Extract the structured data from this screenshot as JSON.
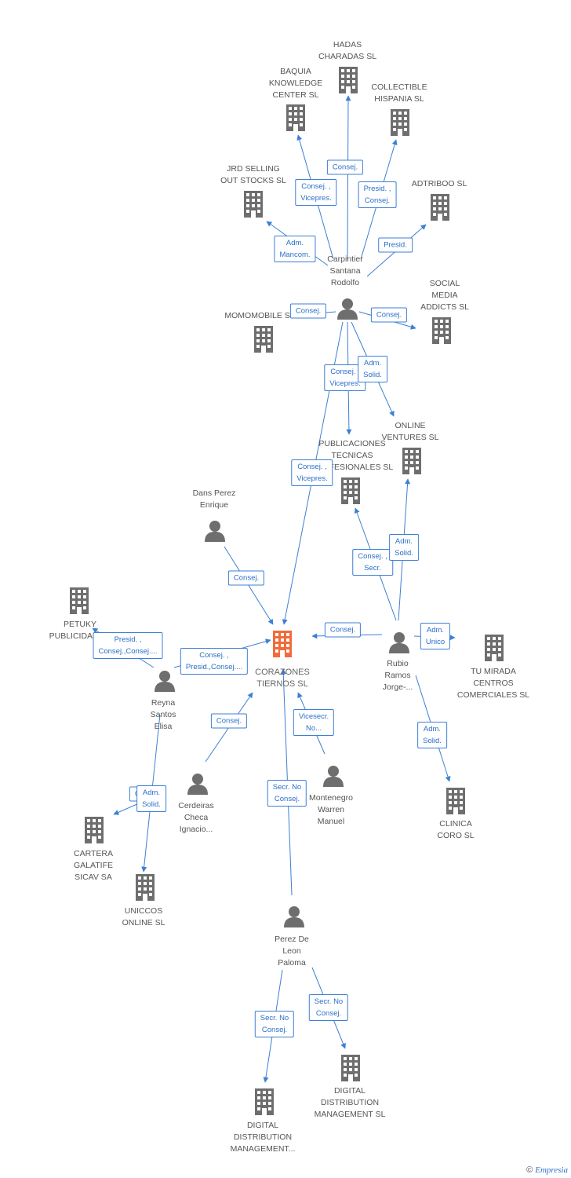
{
  "center": {
    "id": "center",
    "lines": [
      "CORAZONES",
      "TIERNOS SL"
    ]
  },
  "companies": [
    {
      "id": "hadas",
      "lines": [
        "HADAS",
        "CHARADAS SL"
      ]
    },
    {
      "id": "baquia",
      "lines": [
        "BAQUIA",
        "KNOWLEDGE",
        "CENTER SL"
      ]
    },
    {
      "id": "collectible",
      "lines": [
        "COLLECTIBLE",
        "HISPANIA SL"
      ]
    },
    {
      "id": "jrd",
      "lines": [
        "JRD SELLING",
        "OUT STOCKS SL"
      ]
    },
    {
      "id": "adtriboo",
      "lines": [
        "ADTRIBOO SL"
      ]
    },
    {
      "id": "social",
      "lines": [
        "SOCIAL",
        "MEDIA",
        "ADDICTS SL"
      ]
    },
    {
      "id": "momomobile",
      "lines": [
        "MOMOMOBILE SL"
      ]
    },
    {
      "id": "online",
      "lines": [
        "ONLINE",
        "VENTURES SL"
      ]
    },
    {
      "id": "publicaciones",
      "lines": [
        "PUBLICACIONES",
        "TECNICAS",
        "PROFESIONALES SL"
      ]
    },
    {
      "id": "petuky",
      "lines": [
        "PETUKY",
        "PUBLICIDAD SL"
      ]
    },
    {
      "id": "tumirada",
      "lines": [
        "TU MIRADA",
        "CENTROS",
        "COMERCIALES SL"
      ]
    },
    {
      "id": "cartera",
      "lines": [
        "CARTERA",
        "GALATIFE",
        "SICAV SA"
      ]
    },
    {
      "id": "uniccos",
      "lines": [
        "UNICCOS",
        "ONLINE SL"
      ]
    },
    {
      "id": "clinica",
      "lines": [
        "CLINICA",
        "CORO SL"
      ]
    },
    {
      "id": "digital1",
      "lines": [
        "DIGITAL",
        "DISTRIBUTION",
        "MANAGEMENT SL"
      ]
    },
    {
      "id": "digital2",
      "lines": [
        "DIGITAL",
        "DISTRIBUTION",
        "MANAGEMENT..."
      ]
    }
  ],
  "persons": [
    {
      "id": "carpintier",
      "lines": [
        "Carpintier",
        "Santana",
        "Rodolfo"
      ]
    },
    {
      "id": "dans",
      "lines": [
        "Dans Perez",
        "Enrique"
      ]
    },
    {
      "id": "rubio",
      "lines": [
        "Rubio",
        "Ramos",
        "Jorge-..."
      ]
    },
    {
      "id": "reyna",
      "lines": [
        "Reyna",
        "Santos",
        "Elisa"
      ]
    },
    {
      "id": "cerdeiras",
      "lines": [
        "Cerdeiras",
        "Checa",
        "Ignacio..."
      ]
    },
    {
      "id": "montenegro",
      "lines": [
        "Montenegro",
        "Warren",
        "Manuel"
      ]
    },
    {
      "id": "perez",
      "lines": [
        "Perez De",
        "Leon",
        "Paloma"
      ]
    }
  ],
  "edges": [
    {
      "from": "carpintier",
      "to": "hadas",
      "role": [
        "Consej."
      ]
    },
    {
      "from": "carpintier",
      "to": "baquia",
      "role": [
        "Consej. ,",
        "Vicepres."
      ]
    },
    {
      "from": "carpintier",
      "to": "collectible",
      "role": [
        "Presid. ,",
        "Consej."
      ]
    },
    {
      "from": "carpintier",
      "to": "jrd",
      "role": [
        "Adm.",
        "Mancom."
      ]
    },
    {
      "from": "carpintier",
      "to": "adtriboo",
      "role": [
        "Presid."
      ]
    },
    {
      "from": "carpintier",
      "to": "momomobile",
      "role": [
        "Consej."
      ]
    },
    {
      "from": "carpintier",
      "to": "social",
      "role": [
        "Consej."
      ]
    },
    {
      "from": "carpintier",
      "to": "publicaciones",
      "role": [
        "Consej. ,",
        "Vicepres."
      ]
    },
    {
      "from": "carpintier",
      "to": "online",
      "role": [
        "Adm.",
        "Solid."
      ]
    },
    {
      "from": "carpintier",
      "to": "center",
      "role": [
        "Consej. ,",
        "Vicepres."
      ]
    },
    {
      "from": "dans",
      "to": "center",
      "role": [
        "Consej."
      ]
    },
    {
      "from": "rubio",
      "to": "publicaciones",
      "role": [
        "Consej. ,",
        "Secr."
      ]
    },
    {
      "from": "rubio",
      "to": "online",
      "role": [
        "Adm.",
        "Solid."
      ]
    },
    {
      "from": "rubio",
      "to": "center",
      "role": [
        "Consej."
      ]
    },
    {
      "from": "rubio",
      "to": "tumirada",
      "role": [
        "Adm.",
        "Unico"
      ]
    },
    {
      "from": "rubio",
      "to": "clinica",
      "role": [
        "Adm.",
        "Solid."
      ]
    },
    {
      "from": "reyna",
      "to": "petuky",
      "role": [
        "Presid. ,",
        "Consej.,Consej...."
      ]
    },
    {
      "from": "reyna",
      "to": "center",
      "role": [
        "Consej. ,",
        "Presid.,Consej...."
      ]
    },
    {
      "from": "reyna",
      "to": "cartera",
      "role": [
        "Consej."
      ]
    },
    {
      "from": "reyna",
      "to": "uniccos",
      "role": [
        "Adm.",
        "Solid."
      ]
    },
    {
      "from": "cerdeiras",
      "to": "center",
      "role": [
        "Consej."
      ]
    },
    {
      "from": "montenegro",
      "to": "center",
      "role": [
        "Vicesecr.",
        "No..."
      ]
    },
    {
      "from": "perez",
      "to": "center",
      "role": [
        "Secr. No",
        "Consej."
      ]
    },
    {
      "from": "perez",
      "to": "digital2",
      "role": [
        "Secr. No",
        "Consej."
      ]
    },
    {
      "from": "perez",
      "to": "digital1",
      "role": [
        "Secr. No",
        "Consej."
      ]
    }
  ],
  "colors": {
    "center": "#f26b3a",
    "building": "#6e6e6e",
    "person": "#6e6e6e",
    "edge": "#3d7fd4",
    "text": "#555555"
  },
  "footer": {
    "copyright": "©",
    "brand": "Empresia"
  }
}
